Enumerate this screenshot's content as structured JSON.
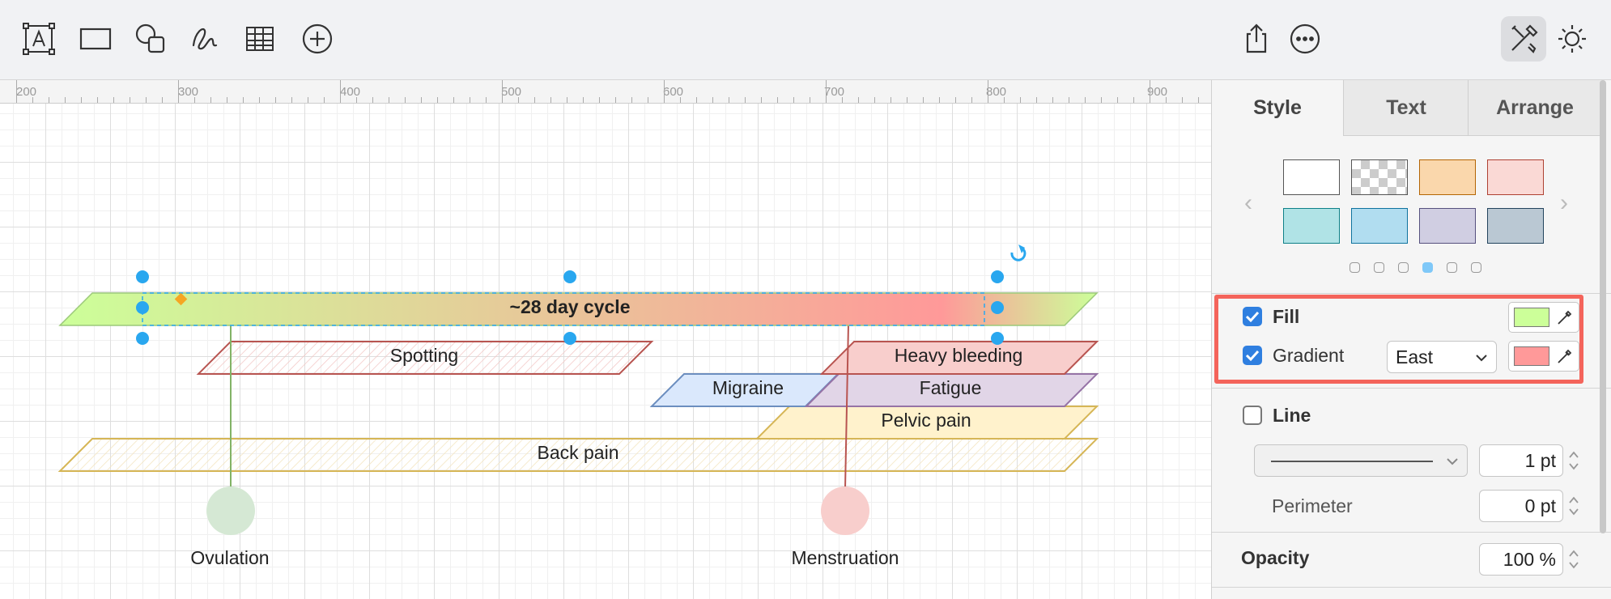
{
  "toolbar": {
    "left_icons": [
      "text-icon",
      "rectangle-icon",
      "shapes-icon",
      "freehand-icon",
      "table-icon",
      "add-icon"
    ],
    "right_icons": [
      "share-icon",
      "more-icon",
      "format-panel-icon",
      "theme-icon"
    ]
  },
  "ruler": {
    "labels": [
      "200",
      "300",
      "400",
      "500",
      "600",
      "700",
      "800",
      "900"
    ]
  },
  "diagram": {
    "cycle_label": "~28 day cycle",
    "shapes": {
      "spotting": "Spotting",
      "heavy_bleeding": "Heavy bleeding",
      "migraine": "Migraine",
      "fatigue": "Fatigue",
      "pelvic_pain": "Pelvic pain",
      "back_pain": "Back pain"
    },
    "markers": {
      "ovulation": "Ovulation",
      "menstruation": "Menstruation"
    },
    "colors": {
      "gradient_start": "#ccff99",
      "gradient_end": "#ff9999",
      "spotting_stroke": "#b85450",
      "heavy_fill": "#f8cecc",
      "migraine_fill": "#dae8fc",
      "fatigue_fill": "#e1d5e7",
      "pelvic_fill": "#fff2cc",
      "back_stroke": "#d6b656",
      "selection": "#29a7ef"
    }
  },
  "panel": {
    "tabs": [
      "Style",
      "Text",
      "Arrange"
    ],
    "fill": {
      "label": "Fill",
      "checked": true,
      "color": "#ccff99"
    },
    "gradient": {
      "label": "Gradient",
      "checked": true,
      "direction": "East",
      "color": "#ff9999"
    },
    "line": {
      "label": "Line",
      "checked": false,
      "width": "1 pt"
    },
    "perimeter": {
      "label": "Perimeter",
      "value": "0 pt"
    },
    "opacity": {
      "label": "Opacity",
      "value": "100 %"
    }
  }
}
